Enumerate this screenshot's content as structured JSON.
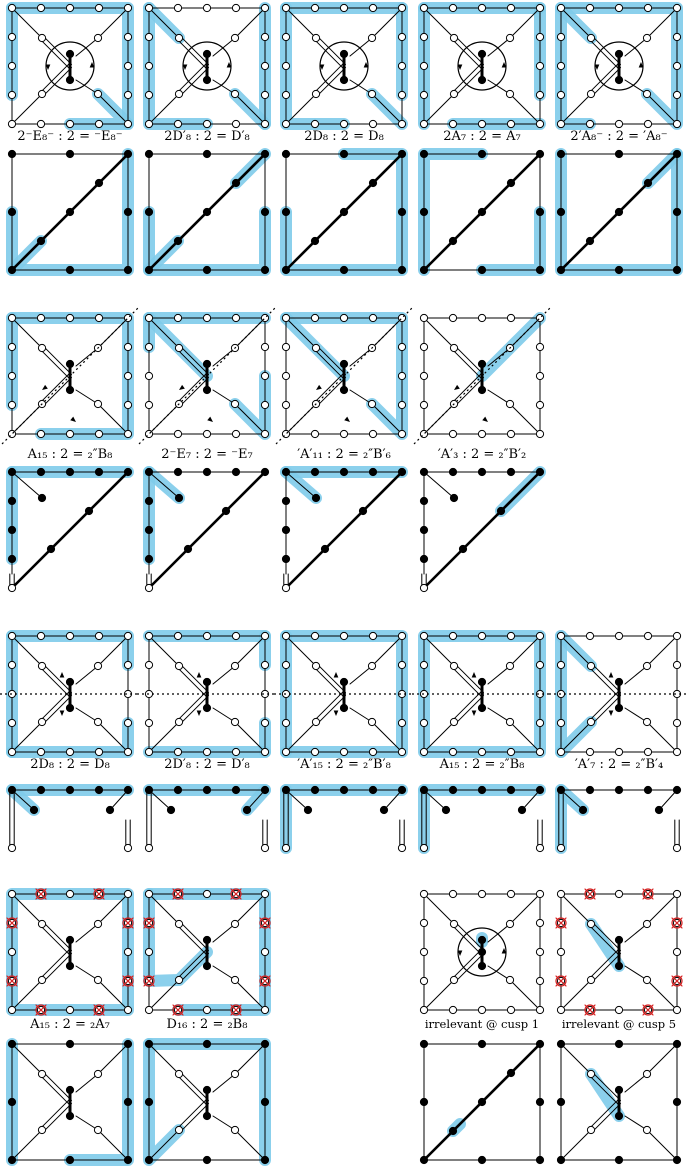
{
  "figure": {
    "title": "",
    "captions": [
      "2⁻E₈⁻ : 2 = ⁻E₈⁻",
      "2D′₈ : 2 = D′₈",
      "2D₈ : 2 = D₈",
      "2A₇ : 2 = A₇",
      "2′A₈⁻ : 2 = ′A₈⁻",
      "A₁₅ : 2 = ₂″B₈",
      "2⁻E₇ : 2 = ⁻E₇",
      "′A′₁₁ : 2 = ₂″B′₆",
      "′A′₃ : 2 = ₂″B′₂",
      "2D₈ : 2 = D₈",
      "2D′₈ : 2 = D′₈",
      "′A′₁₅ : 2 = ₂″B′₈",
      "A₁₅ : 2 = ₂″B₈",
      "′A′₇ : 2 = ₂″B′₄",
      "A₁₅ : 2 = ₂A₇",
      "D₁₆ : 2 = ₂B₈",
      "irrelevant @ cusp 1",
      "irrelevant @ cusp 5"
    ],
    "colors": {
      "highlight": "#7ecbea",
      "line": "#000000",
      "forbidden_mark": "#d42020",
      "background": "#ffffff"
    }
  }
}
